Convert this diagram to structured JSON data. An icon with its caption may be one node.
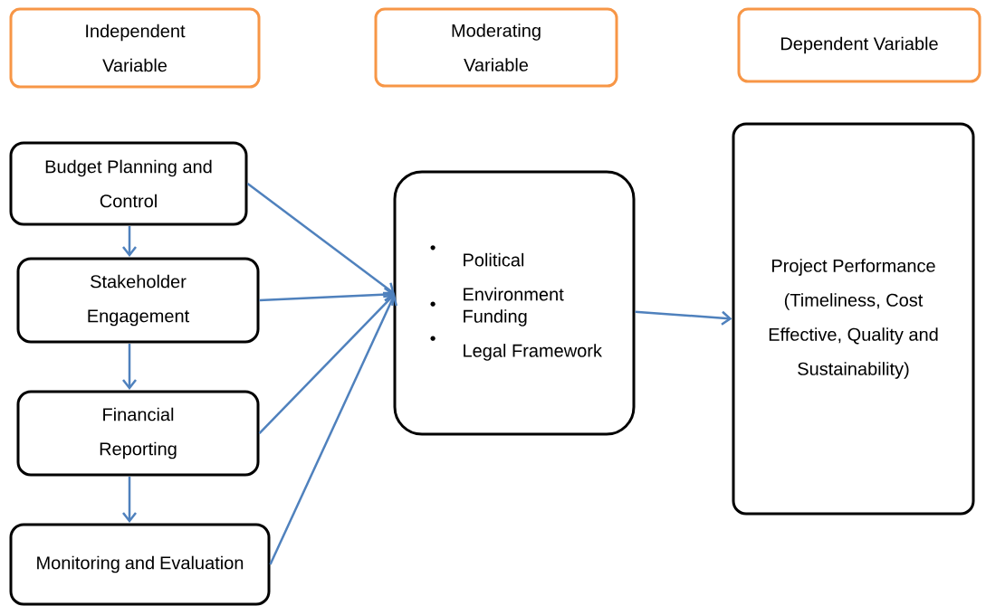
{
  "diagram": {
    "nodes": [
      {
        "text": [
          "Independent Variable"
        ]
      },
      {
        "text": [
          "Moderating Variable"
        ]
      },
      {
        "text": [
          "Dependent Variable"
        ]
      },
      {
        "text": [
          "Budget Planning and Control"
        ]
      },
      {
        "text": [
          "Stakeholder Engagement"
        ]
      },
      {
        "text": [
          "Financial Reporting"
        ]
      },
      {
        "text": [
          "Monitoring and Evaluation"
        ]
      },
      {
        "text": [
          "Political Environment",
          "Funding",
          "Legal Framework"
        ]
      },
      {
        "text": [
          "Project Performance (Timeliness, Cost Effective, Quality and Sustainability)"
        ]
      }
    ],
    "edges": [
      {
        "from": 3,
        "to": 4,
        "arrow": "to"
      },
      {
        "from": 4,
        "to": 5,
        "arrow": "to"
      },
      {
        "from": 5,
        "to": 6,
        "arrow": "to"
      },
      {
        "from": 3,
        "to": 7,
        "arrow": "to"
      },
      {
        "from": 4,
        "to": 7,
        "arrow": "to"
      },
      {
        "from": 5,
        "to": 7,
        "arrow": "to"
      },
      {
        "from": 6,
        "to": 7,
        "arrow": "to"
      },
      {
        "from": 7,
        "to": 8,
        "arrow": "to"
      }
    ]
  }
}
